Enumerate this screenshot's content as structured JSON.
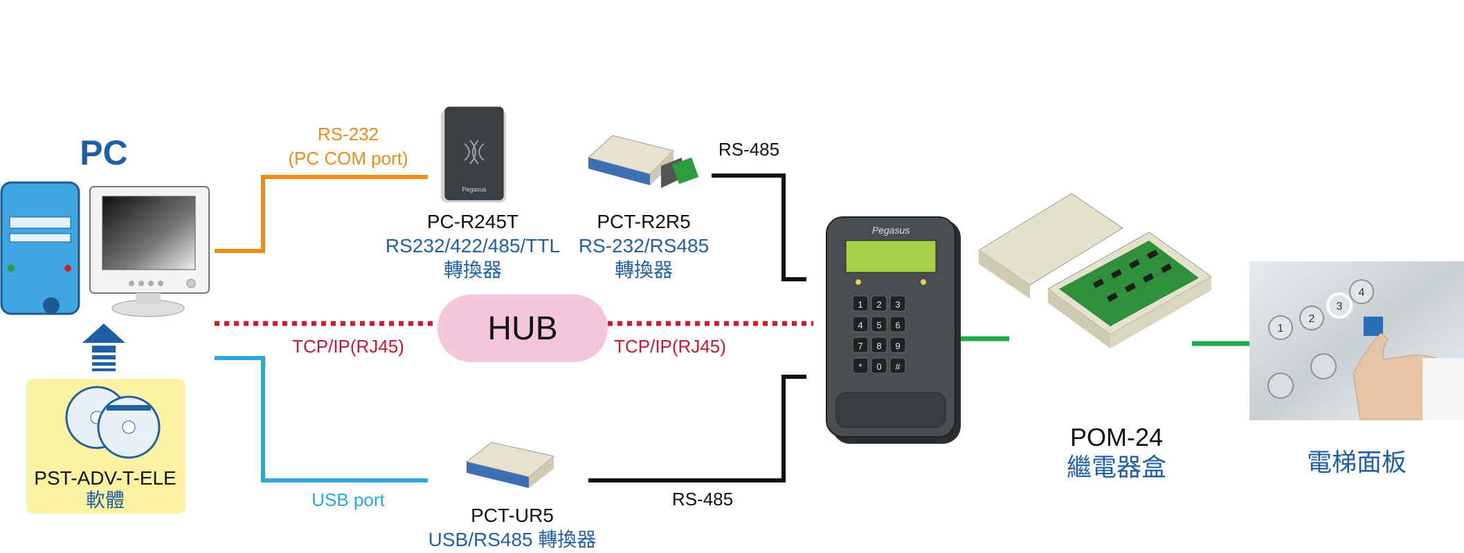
{
  "pc": {
    "title": "PC"
  },
  "software": {
    "name": "PST-ADV-T-ELE",
    "type": "軟體"
  },
  "links": {
    "rs232": "RS-232",
    "rs232_sub": "(PC COM port)",
    "rs485_top": "RS-485",
    "tcp_left": "TCP/IP(RJ45)",
    "tcp_right": "TCP/IP(RJ45)",
    "usb": "USB port",
    "rs485_bottom": "RS-485"
  },
  "hub": {
    "label": "HUB"
  },
  "devices": {
    "pc_r245t": {
      "name": "PC-R245T",
      "line1": "RS232/422/485/TTL",
      "line2": "轉換器",
      "brand": "Pegasus"
    },
    "pct_r2r5": {
      "name": "PCT-R2R5",
      "line1": "RS-232/RS485",
      "line2": "轉換器"
    },
    "pct_ur5": {
      "name": "PCT-UR5",
      "line1": "USB/RS485  轉換器"
    },
    "controller": {
      "brand": "Pegasus",
      "keys": [
        "1",
        "2",
        "3",
        "4",
        "5",
        "6",
        "7",
        "8",
        "9",
        "*",
        "0",
        "#"
      ]
    },
    "pom24": {
      "name": "POM-24",
      "line1": "繼電器盒"
    },
    "elevator": {
      "label": "電梯面板",
      "buttons": [
        "1",
        "2",
        "3",
        "4"
      ]
    }
  },
  "colors": {
    "rs232_line": "#ef8a17",
    "tcp_line": "#d21b2e",
    "usb_line": "#2aa8dc",
    "rs485_line": "#111111",
    "relay_line": "#1faa4a",
    "blue_text": "#1f5fa6"
  }
}
